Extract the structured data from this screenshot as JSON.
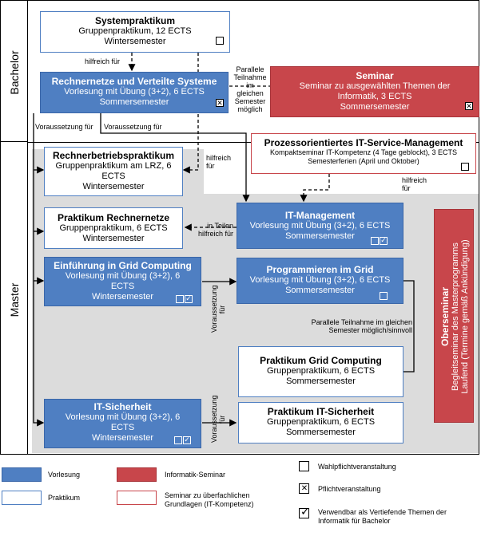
{
  "sections": {
    "bachelor": "Bachelor",
    "master": "Master"
  },
  "courses": {
    "systempraktikum": {
      "title": "Systempraktikum",
      "l1": "Gruppenpraktikum, 12 ECTS",
      "l2": "Wintersemester"
    },
    "rechnernetze": {
      "title": "Rechnernetze und Verteilte Systeme",
      "l1": "Vorlesung mit Übung (3+2), 6 ECTS",
      "l2": "Sommersemester"
    },
    "seminar": {
      "title": "Seminar",
      "l1": "Seminar zu ausgewählten Themen der",
      "l2": "Informatik, 3 ECTS",
      "l3": "Sommersemester"
    },
    "itsm": {
      "title": "Prozessorientiertes IT-Service-Management",
      "l1": "Kompaktseminar IT-Kompetenz (4 Tage geblockt), 3 ECTS",
      "l2": "Semesterferien (April und Oktober)"
    },
    "rbp": {
      "title": "Rechnerbetriebspraktikum",
      "l1": "Gruppenpraktikum am LRZ, 6",
      "l2": "ECTS",
      "l3": "Wintersemester"
    },
    "prn": {
      "title": "Praktikum Rechnernetze",
      "l1": "Gruppenpraktikum, 6 ECTS",
      "l2": "Wintersemester"
    },
    "itm": {
      "title": "IT-Management",
      "l1": "Vorlesung mit Übung (3+2), 6 ECTS",
      "l2": "Sommersemester"
    },
    "grid": {
      "title": "Einführung in Grid Computing",
      "l1": "Vorlesung mit Übung (3+2), 6",
      "l2": "ECTS",
      "l3": "Wintersemester"
    },
    "pig": {
      "title": "Programmieren im Grid",
      "l1": "Vorlesung mit Übung (3+2), 6 ECTS",
      "l2": "Sommersemester"
    },
    "pgc": {
      "title": "Praktikum Grid Computing",
      "l1": "Gruppenpraktikum, 6 ECTS",
      "l2": "Sommersemester"
    },
    "its": {
      "title": "IT-Sicherheit",
      "l1": "Vorlesung mit Übung (3+2), 6",
      "l2": "ECTS",
      "l3": "Wintersemester"
    },
    "pits": {
      "title": "Praktikum IT-Sicherheit",
      "l1": "Gruppenpraktikum, 6 ECTS",
      "l2": "Sommersemester"
    },
    "oberseminar": {
      "title": "Oberseminar",
      "l1": "Begleitseminar des Masterprogramms",
      "l2": "Laufend (Termine gemäß Ankündigung)"
    }
  },
  "edges": {
    "hilfreich1": "hilfreich für",
    "parallel1": "Parallele",
    "parallel2": "Teilnahme",
    "parallel3": "im",
    "parallel4": "gleichen",
    "parallel5": "Semester",
    "parallel6": "möglich",
    "vor1": "Voraussetzung für",
    "vor2": "Voraussetzung für",
    "hilfreich2a": "hilfreich",
    "hilfreich2b": "für",
    "hilfreich3a": "hilfreich",
    "hilfreich3b": "für",
    "inteilen1": "in Teilen",
    "inteilen2": "hilfreich für",
    "vor3a": "Voraussetzung",
    "vor3b": "für",
    "par2a": "Parallele Teilnahme im gleichen",
    "par2b": "Semester möglich/sinnvoll",
    "vor4a": "Voraussetzung",
    "vor4b": "für"
  },
  "legend": {
    "vorlesung": "Vorlesung",
    "praktikum": "Praktikum",
    "seminar": "Informatik-Seminar",
    "seminar_it1": "Seminar zu überfachlichen",
    "seminar_it2": "Grundlagen (IT-Kompetenz)",
    "wahl": "Wahlpflichtveranstaltung",
    "pflicht": "Pflichtveranstaltung",
    "vert1": "Verwendbar als Vertiefende Themen der",
    "vert2": "Informatik für Bachelor"
  },
  "colors": {
    "vorlesung": "#4f7fc2",
    "seminar": "#c8464b",
    "master_bg": "#dcdcdc"
  }
}
